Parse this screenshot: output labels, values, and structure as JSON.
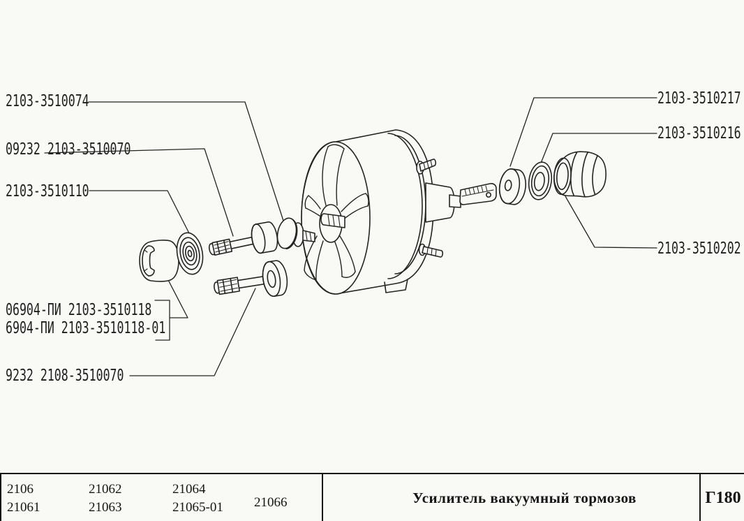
{
  "page": {
    "background": "#f9f9f6",
    "ink": "#232323",
    "description": "Exploded parts diagram of vacuum brake booster"
  },
  "callouts": {
    "support_washer": "2103-3510074",
    "valve_rod": "09232 2103-3510070",
    "grooved_seal": "2103-3510110",
    "cap_a": "06904-ПИ 2103-3510118",
    "cap_b": "6904-ПИ 2103-3510118-01",
    "push_rod": "9232 2108-3510070",
    "reaction_disc": "2103-3510217",
    "seal_ring": "2103-3510216",
    "boot": "2103-3510202"
  },
  "footer": {
    "models": {
      "col1": [
        "2106",
        "21061"
      ],
      "col2": [
        "21062",
        "21063"
      ],
      "col3": [
        "21064",
        "21065-01"
      ],
      "col4": [
        "21066"
      ]
    },
    "title": "Усилитель вакуумный тормозов",
    "code": "Г180"
  }
}
